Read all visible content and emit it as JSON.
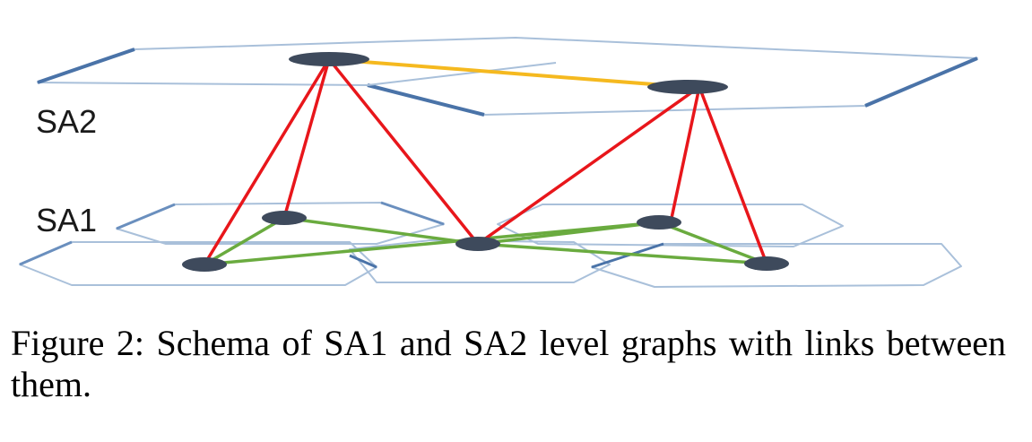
{
  "levels": {
    "upper_label": "SA2",
    "lower_label": "SA1"
  },
  "colors": {
    "plane_stroke_dark": "#4a73a8",
    "plane_stroke_light": "#a9c0da",
    "node_fill": "#3e4a5c",
    "inter_level_link": "#e8161b",
    "sa2_link": "#f5b91f",
    "sa1_link": "#6aab3f"
  },
  "caption": {
    "text": "Figure 2: Schema of SA1 and SA2 level graphs with links between them."
  }
}
